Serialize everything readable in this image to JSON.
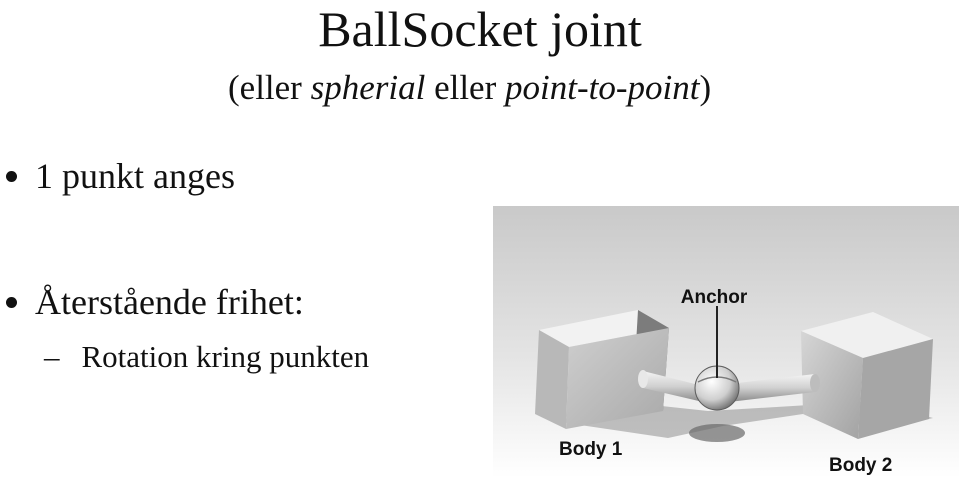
{
  "slide": {
    "title": "BallSocket joint",
    "subtitle": {
      "open": "(eller ",
      "term1": "spherial",
      "mid": " eller ",
      "term2": "point-to-point",
      "close": ")"
    },
    "bullets": [
      {
        "text": "1 punkt anges"
      },
      {
        "text": "Återstående frihet:",
        "sub": [
          "Rotation kring punkten"
        ]
      }
    ]
  },
  "figure": {
    "labels": {
      "anchor": "Anchor",
      "body1": "Body 1",
      "body2": "Body 2"
    }
  }
}
